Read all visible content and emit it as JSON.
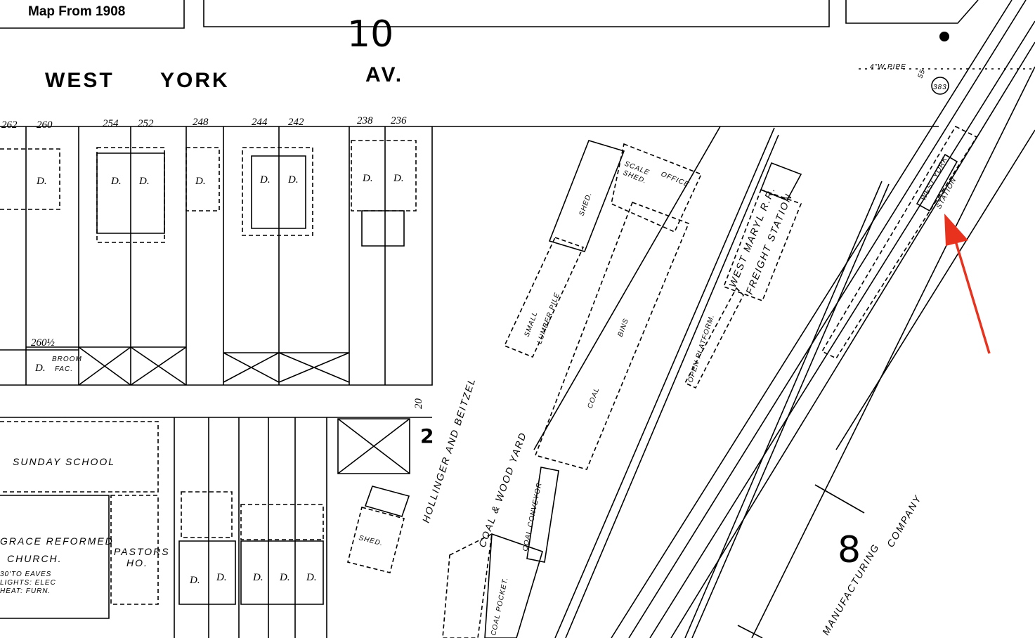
{
  "caption": "Map From 1908",
  "street": {
    "name_1": "WEST",
    "name_2": "YORK",
    "suffix": "AV."
  },
  "block_numbers": [
    "10",
    "2",
    "8"
  ],
  "lot_numbers": [
    "262",
    "260",
    "254",
    "252",
    "248",
    "244",
    "242",
    "238",
    "236",
    "260½",
    "20"
  ],
  "labels": {
    "pipe": "4\"W.PIPE",
    "pipe_num": "55",
    "hydrant": "383",
    "station_1": "WEST YORK",
    "station_2": "STATION",
    "freight_1": "WEST MARYL R.R.",
    "freight_2": "FREIGHT STATION",
    "open_platform": "OPEN PLATFORM.",
    "hollinger": "HOLLINGER AND BEITZEL",
    "coal_yard": "COAL & WOOD YARD",
    "lumber_1": "SMALL",
    "lumber_2": "LUMBER PILE",
    "coal_bins_1": "COAL",
    "coal_bins_2": "BINS",
    "shed": "SHED.",
    "shed_2": "SHED.",
    "scale_1": "SCALE",
    "scale_2": "SHED.",
    "office": "OFFICE",
    "conveyor": "COAL CONVEYOR",
    "coal_pocket": "COAL POCKET.",
    "sunday_school": "SUNDAY SCHOOL",
    "church_1": "GRACE REFORMED",
    "church_2": "CHURCH.",
    "church_note_1": "30'TO EAVES",
    "church_note_2": "LIGHTS: ELEC",
    "church_note_3": "HEAT: FURN.",
    "pastors_1": "PASTORS",
    "pastors_2": "HO.",
    "broom_1": "BROOM",
    "broom_2": "FAC.",
    "company_1": "MANUFACTURING",
    "company_2": "COMPANY",
    "dwelling": "D."
  },
  "annotation": {
    "arrow_color": "#e8321e",
    "target": "WEST YORK STATION"
  },
  "colors": {
    "ink": "#000000",
    "paper": "#ffffff",
    "arrow": "#e8321e"
  }
}
